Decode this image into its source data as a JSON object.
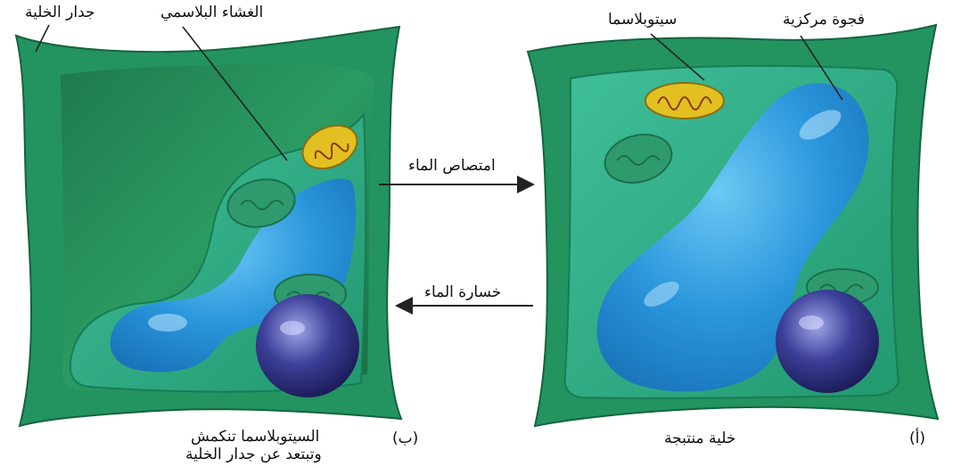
{
  "labels": {
    "cell_wall": "جدار الخلية",
    "plasma_membrane": "الغشاء البلاسمي",
    "cytoplasm": "سيتوبلاسما",
    "central_vacuole": "فجوة مركزية",
    "water_absorption": "امتصاص الماء",
    "water_loss": "خسارة الماء"
  },
  "captions": {
    "left_letter": "(ب)",
    "left_line1": "السيتوبلاسما تنكمش",
    "left_line2": "وتبتعد عن جدار الخلية",
    "right_letter": "(أ)",
    "right_text": "خلية منتبجة"
  },
  "colors": {
    "cell_wall": "#23935f",
    "cytoplasm_light": "#2aa884",
    "vacuole": "#1f8fd6",
    "chloroplast": "#2f9a6e",
    "mitochondrion": "#e3c021",
    "nucleus": "#2e2e7a"
  }
}
